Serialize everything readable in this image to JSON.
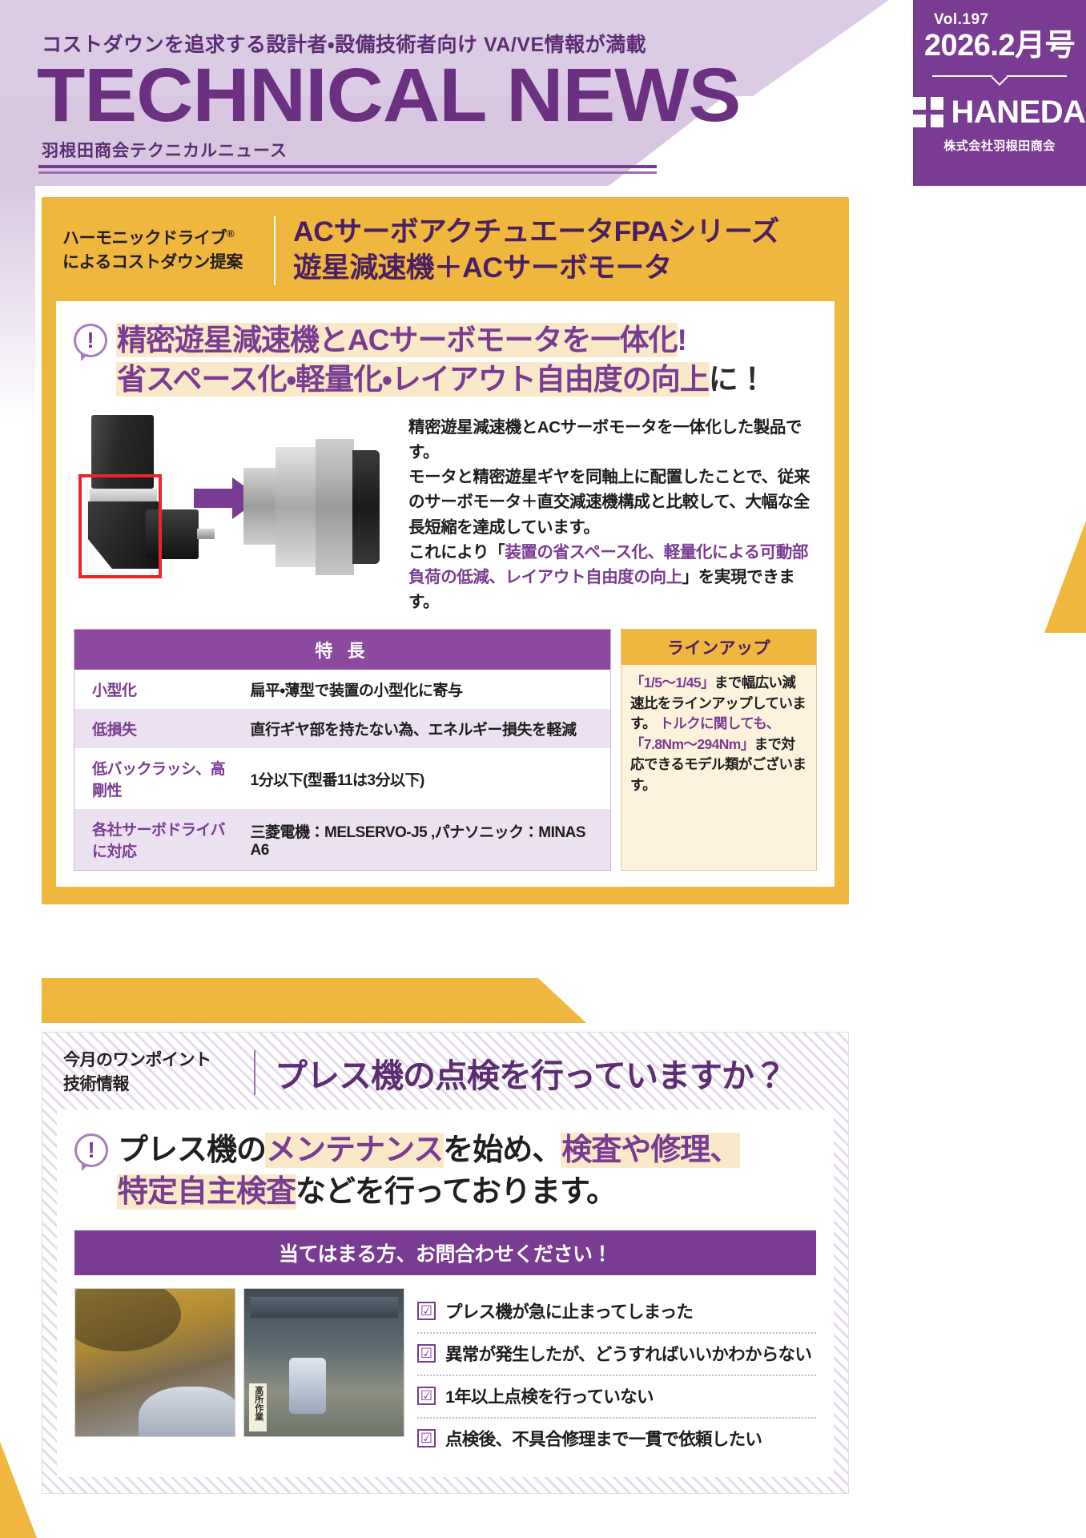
{
  "masthead": {
    "tagline": "コストダウンを追求する設計者・設備技術者向け VA/VE情報が満載",
    "title": "TECHNICAL NEWS",
    "subtitle": "羽根田商会テクニカルニュース",
    "volume": "Vol.197",
    "issue_date": "2026.2月号",
    "brand_name": "HANEDA",
    "brand_corp": "株式会社羽根田商会"
  },
  "section1": {
    "kicker_line1": "ハーモニックドライブ",
    "kicker_reg": "®",
    "kicker_line2": "によるコストダウン提案",
    "title_line1": "ACサーボアクチュエータFPAシリーズ",
    "title_line2": "遊星減速機＋ACサーボモータ",
    "bang_icon": "!",
    "headline_line1_mark": "精密遊星減速機とACサーボモータを一体化",
    "headline_line1_tail": "!",
    "headline_line2_mark": "省スペース化・軽量化・レイアウト自由度の向上",
    "headline_line2_tail": "に！",
    "body_p1": "精密遊星減速機とACサーボモータを一体化した製品です。",
    "body_p2": "モータと精密遊星ギヤを同軸上に配置したことで、従来のサーボモータ＋直交減速機構成と比較して、大幅な全長短縮を達成しています。",
    "body_p3_pre": "これにより「",
    "body_p3_pur": "装置の省スペース化、軽量化による可動部負荷の低減、レイアウト自由度の向上",
    "body_p3_post": "」を実現できます。",
    "table": {
      "header": "特 長",
      "rows": [
        {
          "key": "小型化",
          "value": "扁平・薄型で装置の小型化に寄与"
        },
        {
          "key": "低損失",
          "value": "直行ギヤ部を持たない為、エネルギー損失を軽減"
        },
        {
          "key": "低バックラッシ、高剛性",
          "value": "1分以下(型番11は3分以下)"
        },
        {
          "key": "各社サーボドライバに対応",
          "value": "三菱電機：MELSERVO-J5 ,パナソニック：MINAS A6"
        }
      ]
    },
    "lineup": {
      "header": "ラインアップ",
      "t1_pur": "「1/5〜1/45」",
      "t1_rest": "まで幅広い減速比をラインアップしています。",
      "t2_pur": "トルクに関しても、",
      "t3_pur": "「7.8Nm〜294Nm」",
      "t3_rest": "まで対応できるモデル類がございます。"
    }
  },
  "section2": {
    "kicker_line1": "今月のワンポイント",
    "kicker_line2": "技術情報",
    "title": "プレス機の点検を行っていますか？",
    "bang_icon": "!",
    "headline_l1_a": "プレス機の",
    "headline_l1_b": "メンテナンス",
    "headline_l1_c": "を始め、",
    "headline_l1_d": "検査や修理、",
    "headline_l2_a": "特定自主検査",
    "headline_l2_b": "などを行っております。",
    "cta": "当てはまる方、お問合わせください！",
    "photo_caption": "高所作業",
    "checkbox_glyph": "☑",
    "checks": [
      "プレス機が急に止まってしまった",
      "異常が発生したが、どうすればいいかわからない",
      "1年以上点検を行っていない",
      "点検後、不具合修理まで一貫で依頼したい"
    ]
  },
  "colors": {
    "purple": "#7a3b92",
    "purple_dark": "#4a1f63",
    "lilac": "#d9c7e2",
    "orange": "#efb73d",
    "cream": "#fae9c8",
    "red_box": "#e8262b"
  }
}
